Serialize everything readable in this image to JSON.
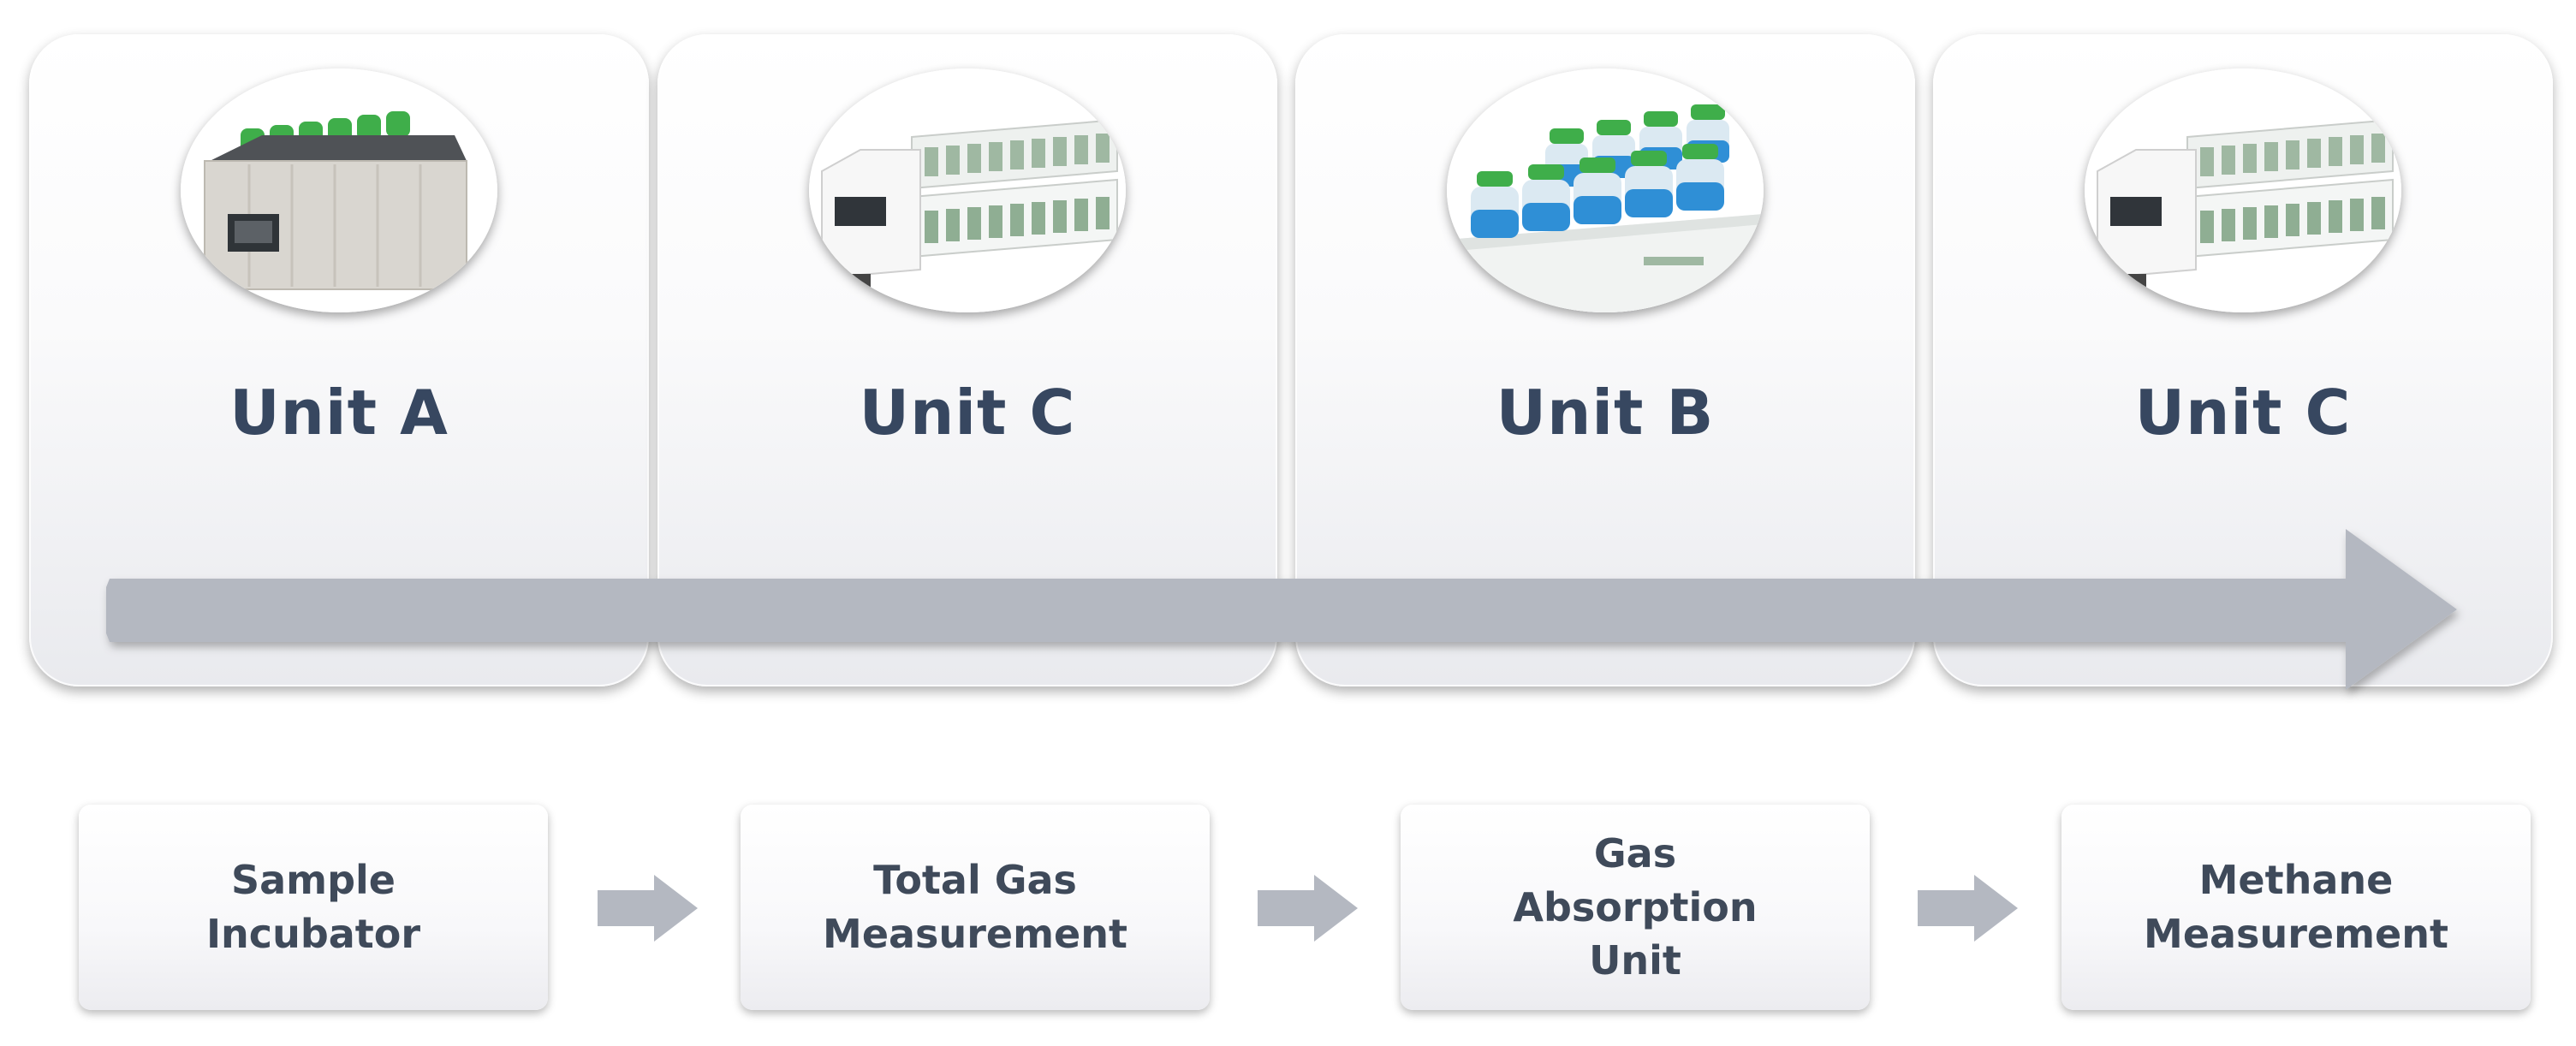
{
  "units": [
    {
      "title": "Unit A",
      "image_icon": "incubator-device-icon"
    },
    {
      "title": "Unit C",
      "image_icon": "gas-measurement-device-icon"
    },
    {
      "title": "Unit B",
      "image_icon": "absorption-bottles-icon"
    },
    {
      "title": "Unit C",
      "image_icon": "gas-measurement-device-icon"
    }
  ],
  "steps": [
    {
      "label": "Sample\nIncubator"
    },
    {
      "label": "Total Gas\nMeasurement"
    },
    {
      "label": "Gas\nAbsorption\nUnit"
    },
    {
      "label": "Methane\nMeasurement"
    }
  ],
  "colors": {
    "title_text": "#374760",
    "step_text": "#3f4a5a",
    "arrow": "#b4b8c1",
    "bottle_cap": "#3fae4a",
    "bottle_liquid": "#2f8fd6"
  }
}
